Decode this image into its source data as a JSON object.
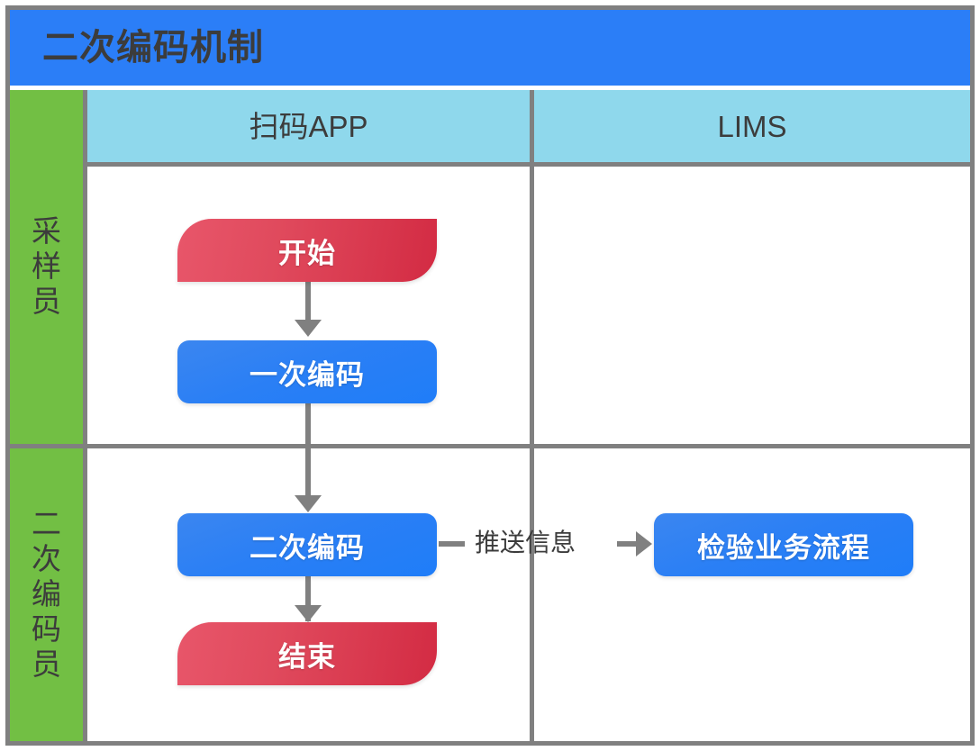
{
  "diagram": {
    "title": "二次编码机制",
    "title_bar_color": "#2b7ef7",
    "border_color": "#808080",
    "lane_header_color": "#72bf44",
    "column_header_color": "#8fd8ec",
    "terminal_node_color": "#d9384f",
    "process_node_color": "#2a7ff5",
    "connector_color": "#808080",
    "type": "swimlane-flowchart"
  },
  "columns": [
    {
      "id": "col-app",
      "label": "扫码APP"
    },
    {
      "id": "col-lims",
      "label": "LIMS"
    }
  ],
  "lanes": [
    {
      "id": "lane-sampler",
      "label": "采样员"
    },
    {
      "id": "lane-recoder",
      "label": "二次编码员"
    }
  ],
  "nodes": [
    {
      "id": "node-start",
      "label": "开始",
      "shape": "terminal",
      "lane": "lane-sampler",
      "column": "col-app"
    },
    {
      "id": "node-first",
      "label": "一次编码",
      "shape": "process",
      "lane": "lane-sampler",
      "column": "col-app"
    },
    {
      "id": "node-second",
      "label": "二次编码",
      "shape": "process",
      "lane": "lane-recoder",
      "column": "col-app"
    },
    {
      "id": "node-end",
      "label": "结束",
      "shape": "terminal",
      "lane": "lane-recoder",
      "column": "col-app"
    },
    {
      "id": "node-business",
      "label": "检验业务流程",
      "shape": "process",
      "lane": "lane-recoder",
      "column": "col-lims"
    }
  ],
  "edges": [
    {
      "id": "edge-start-first",
      "from": "node-start",
      "to": "node-first",
      "label": ""
    },
    {
      "id": "edge-first-second",
      "from": "node-first",
      "to": "node-second",
      "label": ""
    },
    {
      "id": "edge-second-end",
      "from": "node-second",
      "to": "node-end",
      "label": ""
    },
    {
      "id": "edge-second-business",
      "from": "node-second",
      "to": "node-business",
      "label": "推送信息"
    }
  ]
}
